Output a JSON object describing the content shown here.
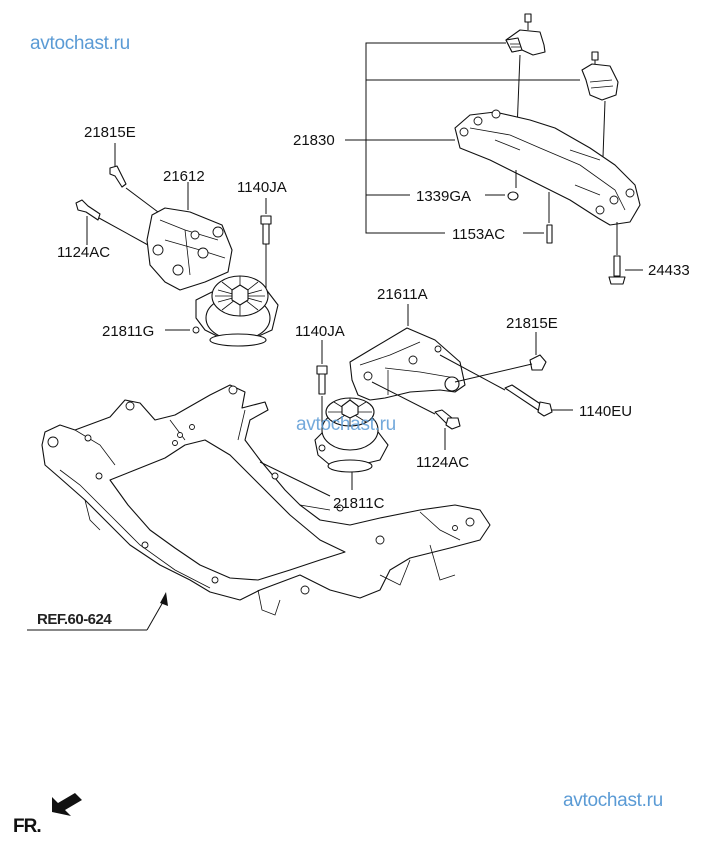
{
  "watermarks": [
    "avtochast.ru",
    "avtochast.ru",
    "avtochast.ru"
  ],
  "callouts": {
    "p21815E_left": "21815E",
    "p21612": "21612",
    "p1140JA_top": "1140JA",
    "p1124AC_left": "1124AC",
    "p21811G": "21811G",
    "p21830": "21830",
    "p1339GA": "1339GA",
    "p1153AC": "1153AC",
    "p24433": "24433",
    "p21611A": "21611A",
    "p1140JA_mid": "1140JA",
    "p21815E_right": "21815E",
    "p1140EU": "1140EU",
    "p1124AC_right": "1124AC",
    "p21811C": "21811C"
  },
  "reference": "REF.60-624",
  "front_indicator": {
    "label": "FR.",
    "icon": "arrow-down-left-icon"
  },
  "colors": {
    "watermark": "#5b9bd5",
    "line": "#111111"
  }
}
